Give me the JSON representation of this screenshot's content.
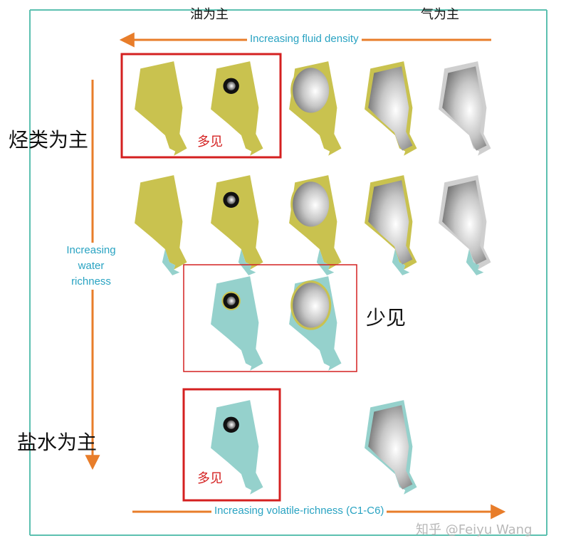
{
  "header": {
    "oil_label": "油为主",
    "gas_label": "气为主"
  },
  "side": {
    "hydrocarbon_label": "烃类为主",
    "brine_label": "盐水为主",
    "rare_label": "少见"
  },
  "axes": {
    "top_arrow": "Increasing fluid density",
    "left_arrow": [
      "Increasing",
      "water",
      "richness"
    ],
    "bottom_arrow": "Increasing volatile-richness (C1-C6)"
  },
  "boxes": {
    "common_1": "多见",
    "common_2": "多见"
  },
  "watermark": "知乎 @Feiyu Wang",
  "colors": {
    "oil": "#c9c24f",
    "water": "#95d1cc",
    "arrow": "#e87d2a",
    "axis_text": "#29a3c2",
    "box": "#d42020",
    "frame": "#5cc0b0"
  }
}
